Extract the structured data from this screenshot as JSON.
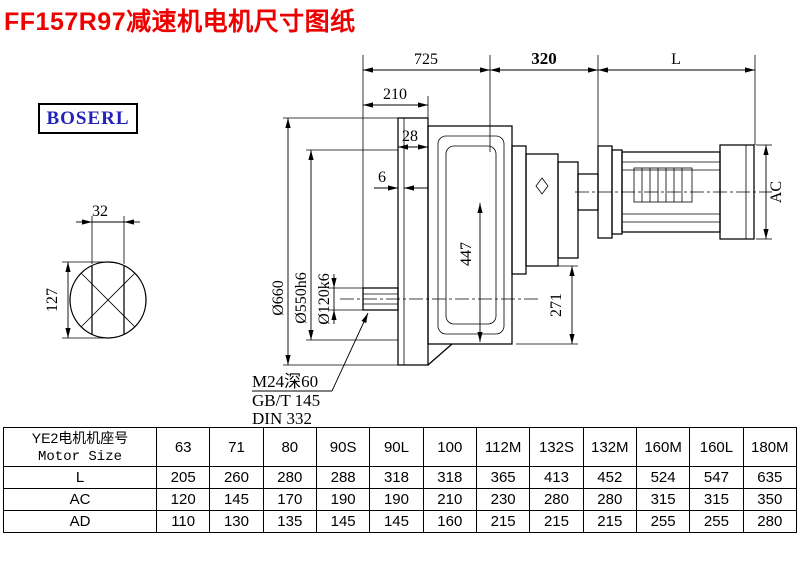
{
  "title": "FF157R97减速机电机尺寸图纸",
  "logo": "BOSERL",
  "colors": {
    "title": "#ee0000",
    "logo": "#2222bb",
    "line": "#000000"
  },
  "drawing": {
    "dim_725": "725",
    "dim_320": "320",
    "dim_L": "L",
    "dim_210": "210",
    "dim_28": "28",
    "dim_6": "6",
    "dim_32": "32",
    "dim_127": "127",
    "dim_447": "447",
    "dim_271": "271",
    "dim_AC": "AC",
    "dia_660": "Ø660",
    "dia_550": "Ø550h6",
    "dia_120": "Ø120k6",
    "note_thread": "M24深60",
    "note_gbt": "GB/T 145",
    "note_din": "DIN 332"
  },
  "table": {
    "row_header_line1": "YE2电机机座号",
    "row_header_line2": "Motor Size",
    "columns": [
      "63",
      "71",
      "80",
      "90S",
      "90L",
      "100",
      "112M",
      "132S",
      "132M",
      "160M",
      "160L",
      "180M"
    ],
    "rows": [
      {
        "label": "L",
        "values": [
          "205",
          "260",
          "280",
          "288",
          "318",
          "318",
          "365",
          "413",
          "452",
          "524",
          "547",
          "635"
        ]
      },
      {
        "label": "AC",
        "values": [
          "120",
          "145",
          "170",
          "190",
          "190",
          "210",
          "230",
          "280",
          "280",
          "315",
          "315",
          "350"
        ]
      },
      {
        "label": "AD",
        "values": [
          "110",
          "130",
          "135",
          "145",
          "145",
          "160",
          "215",
          "215",
          "215",
          "255",
          "255",
          "280"
        ]
      }
    ]
  }
}
